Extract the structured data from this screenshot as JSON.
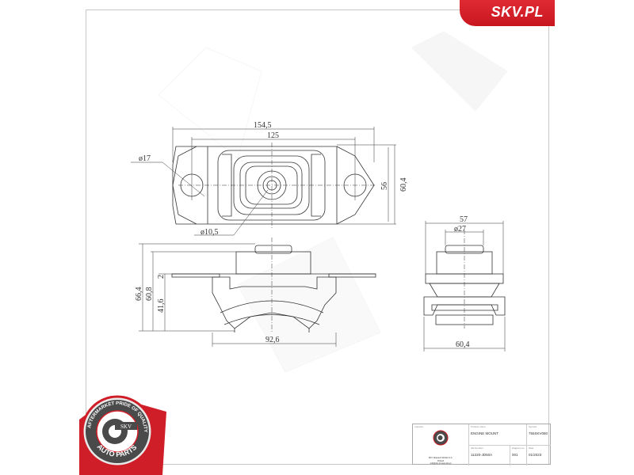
{
  "brand": {
    "site_label": "SKV.PL",
    "accent_color": "#d01e28"
  },
  "badge": {
    "top_text": "AFTERMARKET PRIDE OF QUALITY",
    "center_text": "SKV",
    "bottom_text": "AUTO PARTS"
  },
  "drawing": {
    "top_view": {
      "overall_width": "154,5",
      "hole_spacing": "125",
      "hole_diameter": "ø17",
      "center_hole_diameter": "ø10,5",
      "inner_height": "56",
      "overall_height": "60,4"
    },
    "front_view": {
      "total_height": "66,4",
      "height_to_flange": "60,8",
      "lower_height": "41,6",
      "flange_thickness": "2",
      "base_width": "92,6"
    },
    "side_view": {
      "top_width": "57",
      "stud_diameter": "ø27",
      "base_width": "60,4"
    }
  },
  "title_block": {
    "importer_label": "Importer",
    "company_lines": [
      "SKV Wojciech Wolski S.A.",
      "Poland",
      "info@skv.pl  www.skv.pl"
    ],
    "product_name_label": "Product name",
    "product_name": "ENGINE MOUNT",
    "symbol_label": "Symbol",
    "symbol": "755SKV080",
    "oe_number_label": "OE Number",
    "oe_number": "11220-JD50A",
    "drawing_no_label": "Diagram no",
    "drawing_no": "001",
    "date_label": "Date",
    "date": "01/2023"
  }
}
